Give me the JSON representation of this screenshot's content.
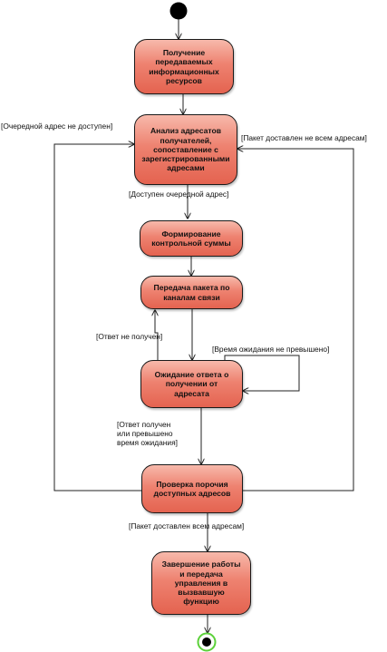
{
  "nodes": {
    "receive": "Получение\nпередаваемых\nинформационных\nресурсов",
    "analyze": "Анализ адресатов\nполучателей,\nсопоставление с\nзарегистрированными\nадресами",
    "checksum": "Формирование\nконтрольной суммы",
    "transmit": "Передача пакета по\nканалам связи",
    "wait": "Ожидание ответа о\nполучении от\nадресата",
    "check_order": "Проверка порочия\nдоступных адресов",
    "finish": "Завершение работы\nи передача\nуправления в\nвызвавшую\nфункцию"
  },
  "guards": {
    "next_not_available": "[Очередной адрес не доступен]",
    "not_delivered_all": "[Пакет доставлен не всем адресам]",
    "next_available": "[Доступен очередной адрес]",
    "no_response": "[Ответ не получен]",
    "timeout_not_exceeded": "[Время ожидания не превышено]",
    "response_or_timeout": "[Ответ получен\nили превышено\nвремя ожидания]",
    "delivered_all": "[Пакет доставлен всем адресам]"
  },
  "colors": {
    "node_fill": "#e8705c",
    "node_border": "#1a1a1a",
    "end_ring": "#5cd13a"
  }
}
